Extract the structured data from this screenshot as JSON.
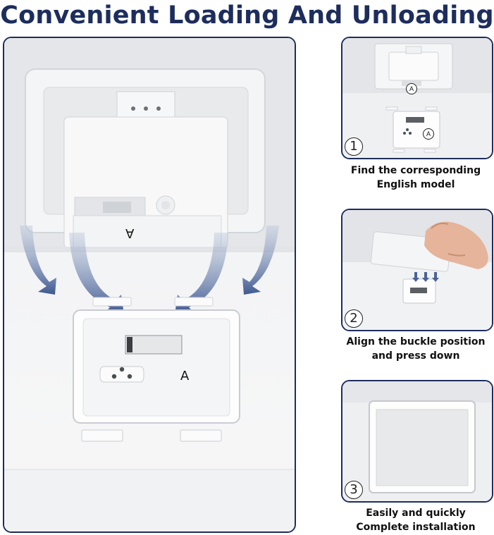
{
  "title": "Convenient Loading And Unloading",
  "main_image": {
    "marker": "A"
  },
  "steps": [
    {
      "number": "1",
      "caption_line1": "Find the corresponding",
      "caption_line2": "English model",
      "marker": "A"
    },
    {
      "number": "2",
      "caption_line1": "Align the buckle position",
      "caption_line2": "and press down"
    },
    {
      "number": "3",
      "caption_line1": "Easily and quickly",
      "caption_line2": "Complete installation"
    }
  ],
  "colors": {
    "title": "#1d2d5c",
    "border": "#1d2d5c",
    "arrow": "#4a6396"
  }
}
